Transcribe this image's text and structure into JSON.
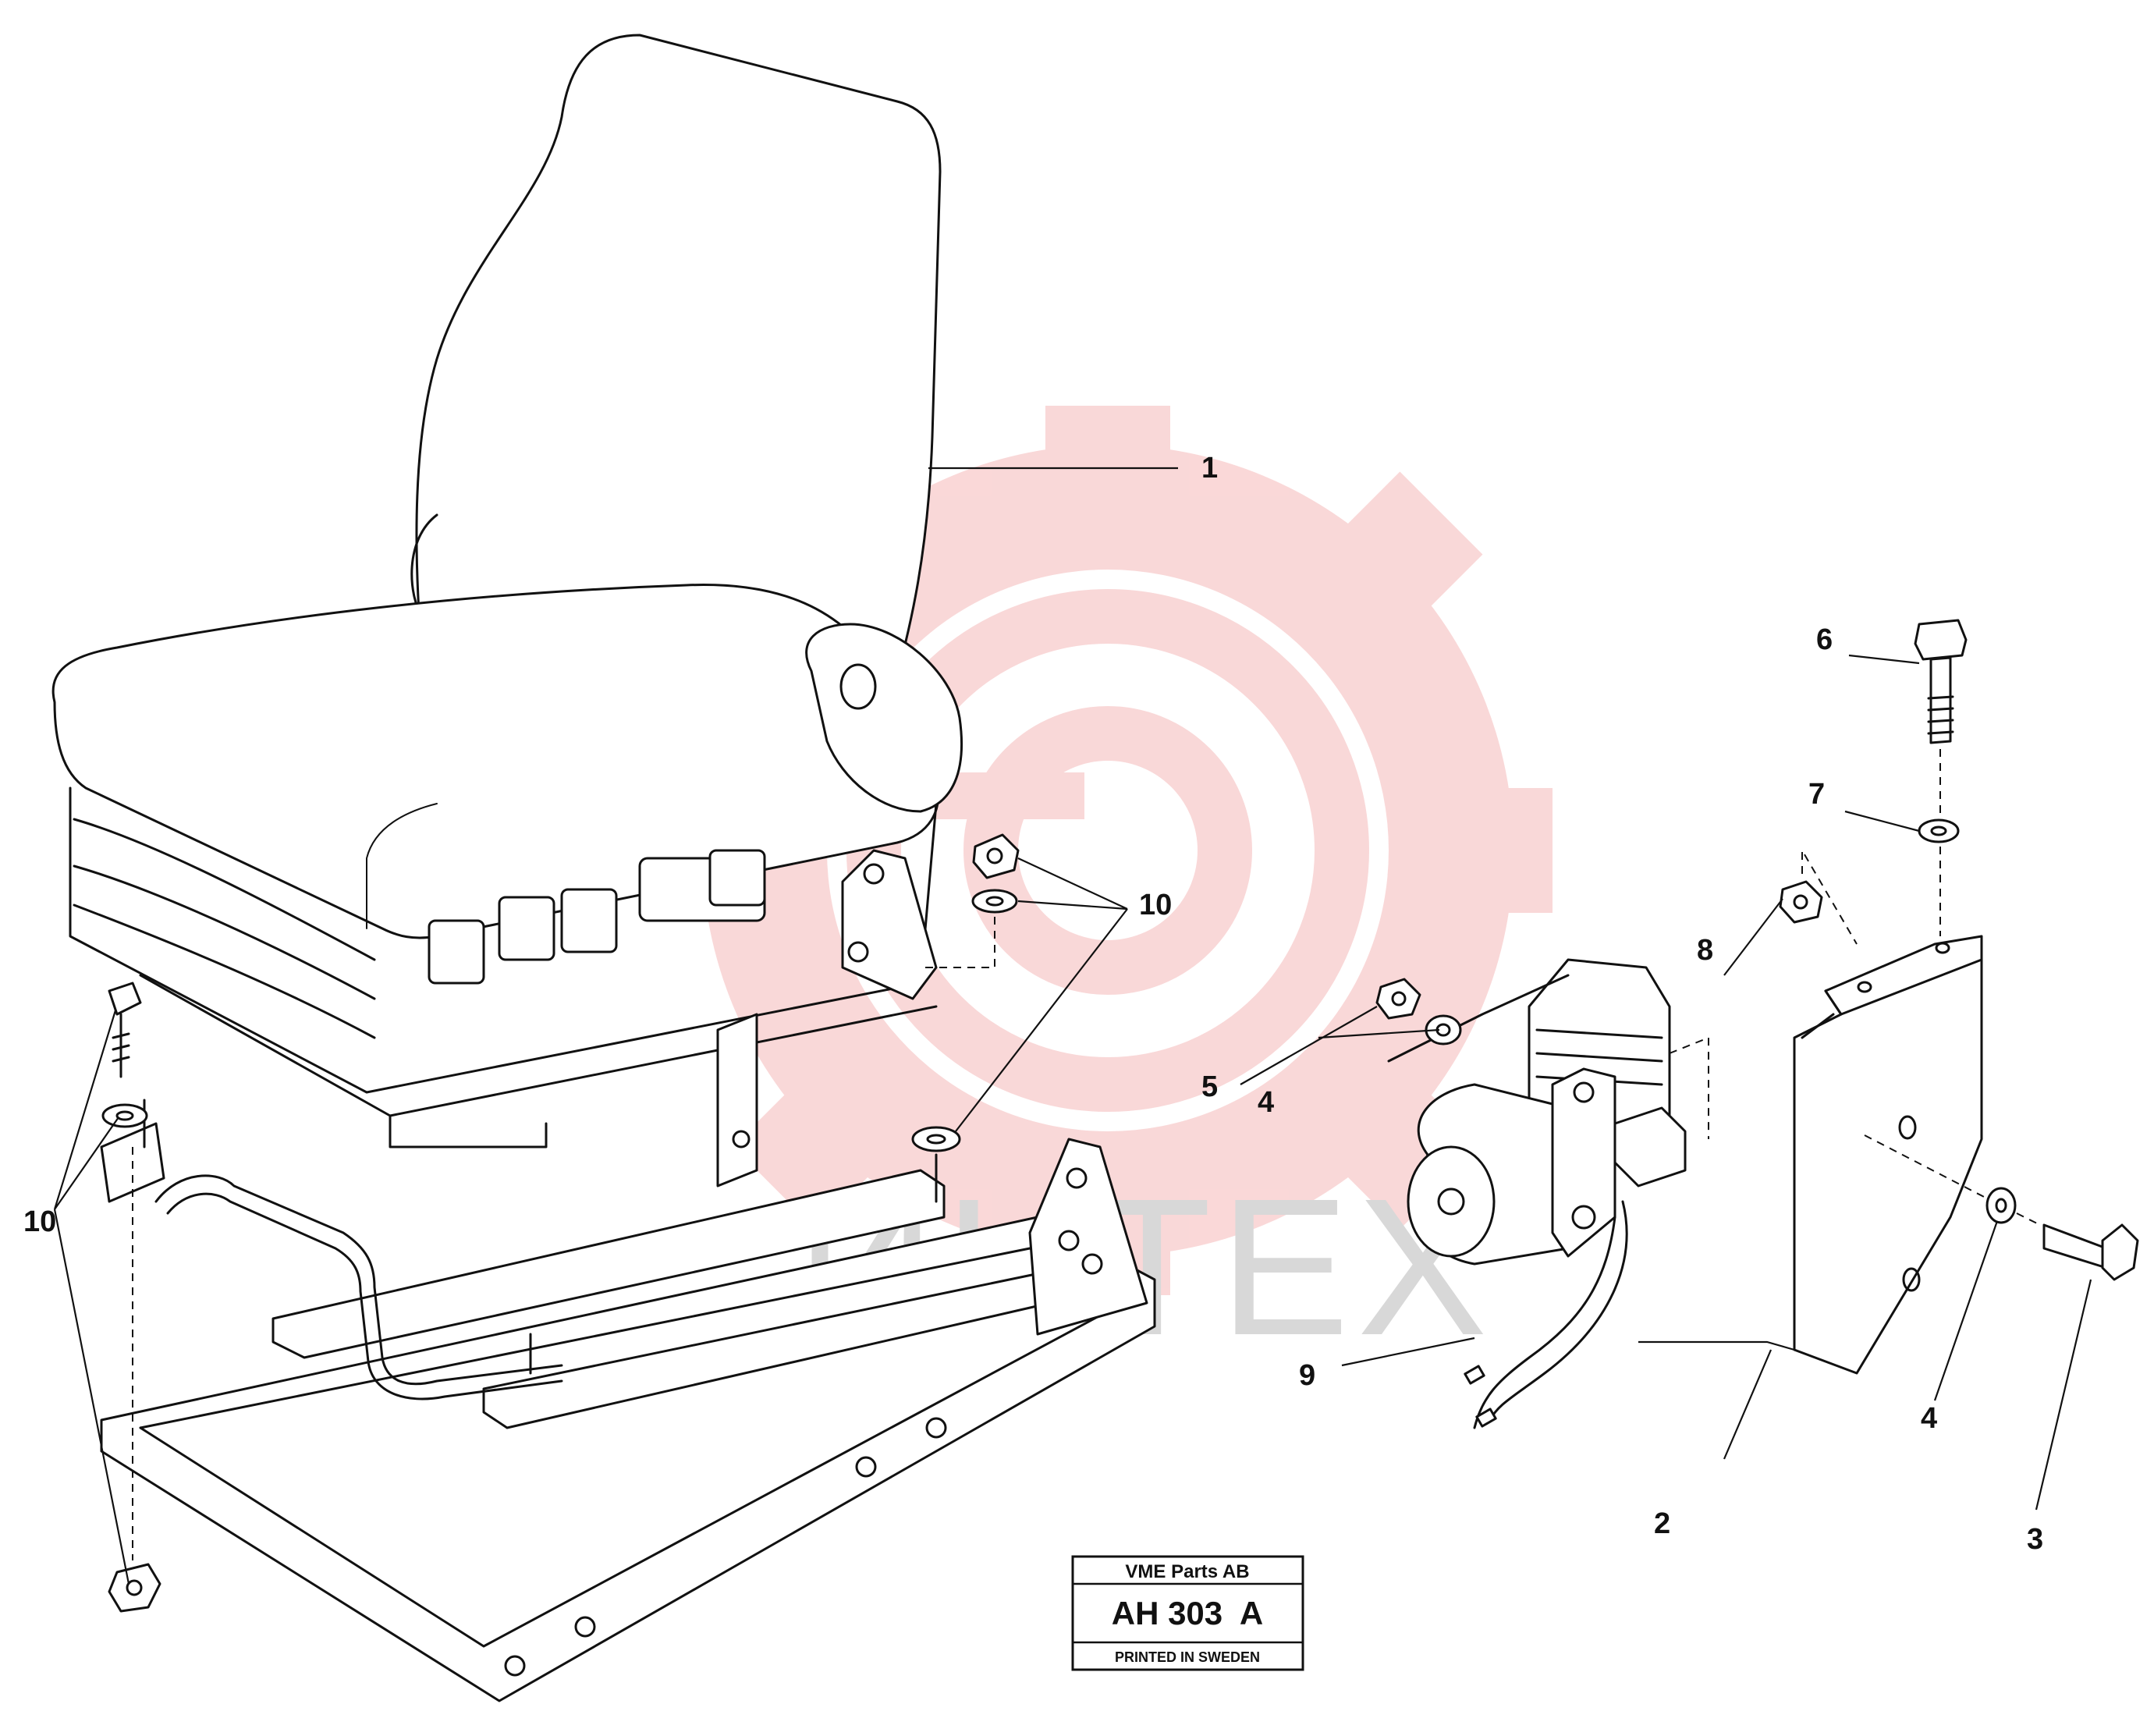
{
  "callouts": [
    {
      "id": "1",
      "text": "1"
    },
    {
      "id": "2",
      "text": "2"
    },
    {
      "id": "3",
      "text": "3"
    },
    {
      "id": "4a",
      "text": "4"
    },
    {
      "id": "4b",
      "text": "4"
    },
    {
      "id": "5",
      "text": "5"
    },
    {
      "id": "6",
      "text": "6"
    },
    {
      "id": "7",
      "text": "7"
    },
    {
      "id": "8",
      "text": "8"
    },
    {
      "id": "9",
      "text": "9"
    },
    {
      "id": "10a",
      "text": "10"
    },
    {
      "id": "10b",
      "text": "10"
    }
  ],
  "title_block": {
    "company": "VME Parts AB",
    "drawing_number": "AH 303  A",
    "footer": "PRINTED IN SWEDEN"
  },
  "watermark": {
    "text": "ИНТЕХ",
    "gear_color": "#f7c9c9",
    "text_color": "#d8d8d8"
  }
}
